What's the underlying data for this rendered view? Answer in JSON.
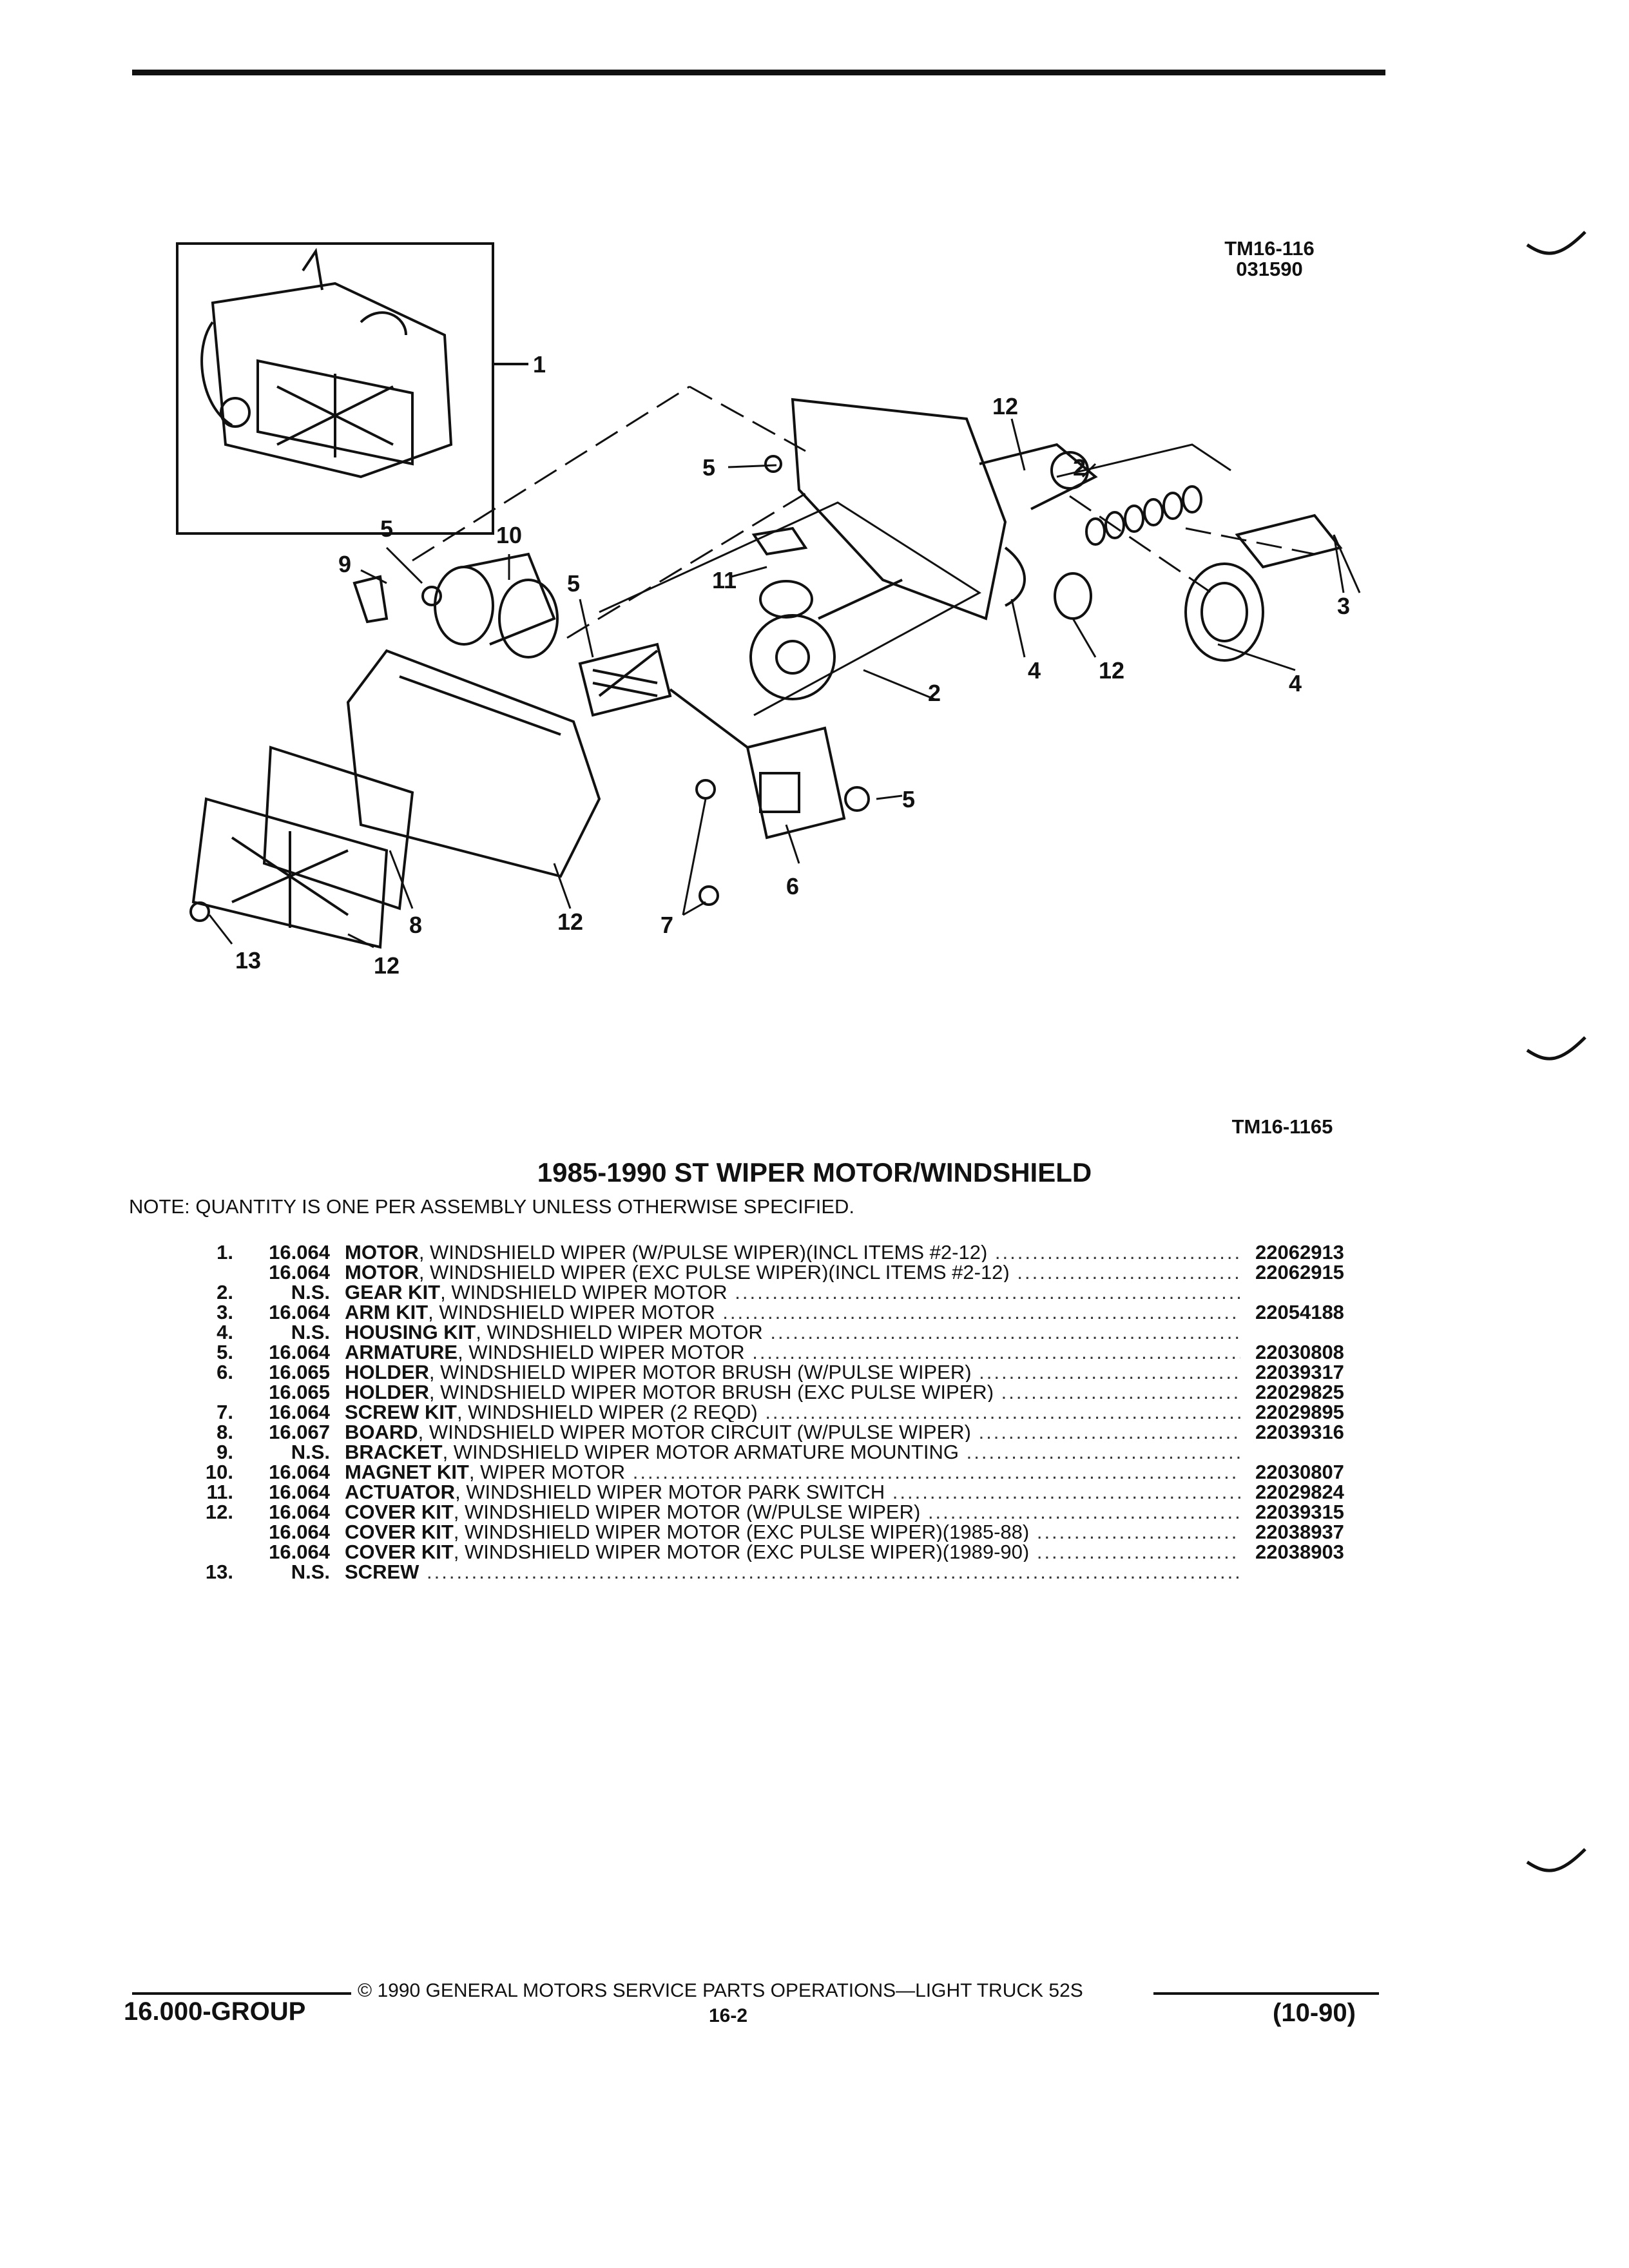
{
  "header": {
    "drawing_code_top": "TM16-116",
    "drawing_date": "031590",
    "drawing_code_bottom": "TM16-1165"
  },
  "callouts": [
    "1",
    "2",
    "3",
    "4",
    "5",
    "6",
    "7",
    "8",
    "9",
    "10",
    "11",
    "12",
    "13"
  ],
  "title": "1985-1990 ST WIPER MOTOR/WINDSHIELD",
  "note": "NOTE:  QUANTITY IS ONE PER ASSEMBLY UNLESS OTHERWISE SPECIFIED.",
  "parts": [
    {
      "num": "1.",
      "group": "16.064",
      "name": "MOTOR",
      "desc": ", WINDSHIELD WIPER (W/PULSE WIPER)(INCL ITEMS #2-12)",
      "pn": "22062913"
    },
    {
      "num": "",
      "group": "16.064",
      "name": "MOTOR",
      "desc": ", WINDSHIELD WIPER (EXC PULSE WIPER)(INCL ITEMS #2-12)",
      "pn": "22062915"
    },
    {
      "num": "2.",
      "group": "N.S.",
      "name": "GEAR KIT",
      "desc": ", WINDSHIELD WIPER MOTOR",
      "pn": ""
    },
    {
      "num": "3.",
      "group": "16.064",
      "name": "ARM KIT",
      "desc": ", WINDSHIELD WIPER MOTOR",
      "pn": "22054188"
    },
    {
      "num": "4.",
      "group": "N.S.",
      "name": "HOUSING KIT",
      "desc": ", WINDSHIELD WIPER MOTOR",
      "pn": ""
    },
    {
      "num": "5.",
      "group": "16.064",
      "name": "ARMATURE",
      "desc": ", WINDSHIELD WIPER MOTOR",
      "pn": "22030808"
    },
    {
      "num": "6.",
      "group": "16.065",
      "name": "HOLDER",
      "desc": ", WINDSHIELD WIPER MOTOR BRUSH (W/PULSE WIPER)",
      "pn": "22039317"
    },
    {
      "num": "",
      "group": "16.065",
      "name": "HOLDER",
      "desc": ", WINDSHIELD WIPER MOTOR BRUSH (EXC PULSE WIPER)",
      "pn": "22029825"
    },
    {
      "num": "7.",
      "group": "16.064",
      "name": "SCREW KIT",
      "desc": ", WINDSHIELD WIPER (2 REQD)",
      "pn": "22029895"
    },
    {
      "num": "8.",
      "group": "16.067",
      "name": "BOARD",
      "desc": ", WINDSHIELD WIPER MOTOR CIRCUIT (W/PULSE WIPER)",
      "pn": "22039316"
    },
    {
      "num": "9.",
      "group": "N.S.",
      "name": "BRACKET",
      "desc": ", WINDSHIELD WIPER MOTOR ARMATURE MOUNTING",
      "pn": ""
    },
    {
      "num": "10.",
      "group": "16.064",
      "name": "MAGNET KIT",
      "desc": ", WIPER MOTOR",
      "pn": "22030807"
    },
    {
      "num": "11.",
      "group": "16.064",
      "name": "ACTUATOR",
      "desc": ", WINDSHIELD WIPER MOTOR PARK SWITCH",
      "pn": "22029824"
    },
    {
      "num": "12.",
      "group": "16.064",
      "name": "COVER KIT",
      "desc": ", WINDSHIELD WIPER MOTOR (W/PULSE WIPER)",
      "pn": "22039315"
    },
    {
      "num": "",
      "group": "16.064",
      "name": "COVER KIT",
      "desc": ", WINDSHIELD WIPER MOTOR (EXC PULSE WIPER)(1985-88)",
      "pn": "22038937"
    },
    {
      "num": "",
      "group": "16.064",
      "name": "COVER KIT",
      "desc": ", WINDSHIELD WIPER MOTOR (EXC PULSE WIPER)(1989-90)",
      "pn": "22038903"
    },
    {
      "num": "13.",
      "group": "N.S.",
      "name": "SCREW",
      "desc": "",
      "pn": ""
    }
  ],
  "footer": {
    "copyright": "© 1990  GENERAL MOTORS SERVICE PARTS OPERATIONS—LIGHT TRUCK 52S",
    "group": "16.000-GROUP",
    "page": "16-2",
    "date": "(10-90)"
  }
}
